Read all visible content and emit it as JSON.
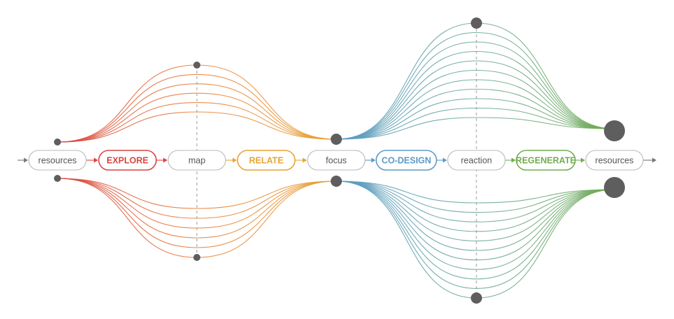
{
  "nodes": [
    {
      "label": "resources",
      "kind": "state"
    },
    {
      "label": "EXPLORE",
      "kind": "phase",
      "color": "#d9443f"
    },
    {
      "label": "map",
      "kind": "state"
    },
    {
      "label": "RELATE",
      "kind": "phase",
      "color": "#e8a433"
    },
    {
      "label": "focus",
      "kind": "state"
    },
    {
      "label": "CO-DESIGN",
      "kind": "phase",
      "color": "#5b9bc7"
    },
    {
      "label": "reaction",
      "kind": "state"
    },
    {
      "label": "REGENERATE",
      "kind": "phase",
      "color": "#73ad4f"
    },
    {
      "label": "resources",
      "kind": "state"
    }
  ],
  "colors": {
    "explore": "#d9443f",
    "relate": "#e8a433",
    "co_design": "#5b9bc7",
    "regenerate": "#73ad4f",
    "dot": "#5e5e5e",
    "pill_border": "#b8b8b8",
    "state_text": "#555555",
    "arrow": "#777777"
  },
  "bundles": {
    "diverge_1_lines": 6,
    "diverge_2_lines": 11
  }
}
